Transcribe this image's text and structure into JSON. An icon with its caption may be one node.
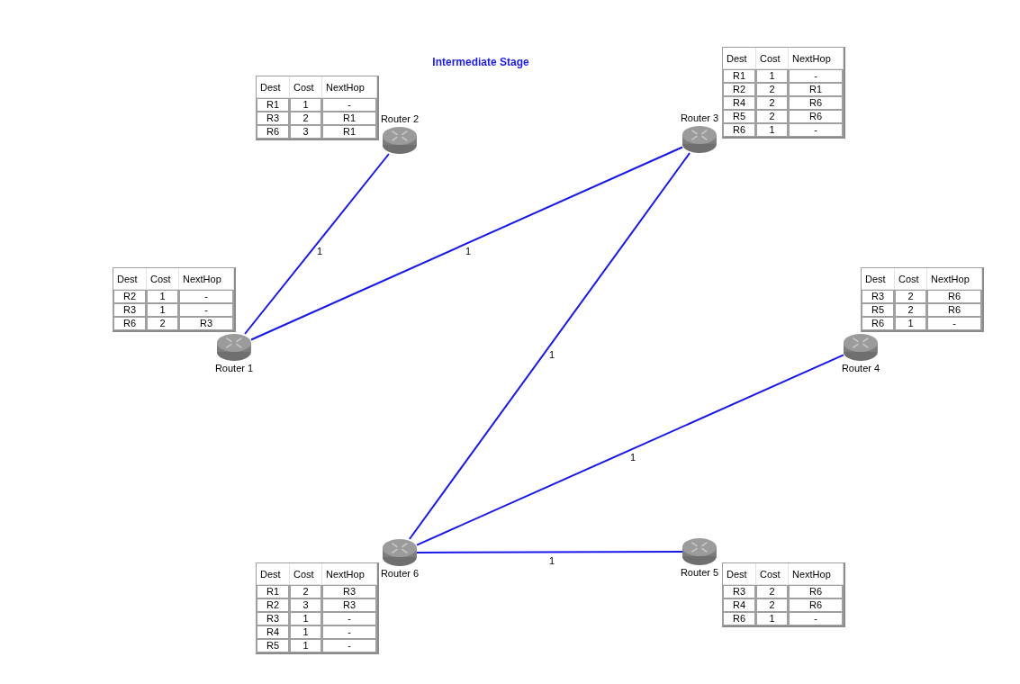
{
  "diagram": {
    "title": "Intermediate Stage",
    "nodes": [
      {
        "text": [
          "Router 2"
        ]
      },
      {
        "text": [
          "Router 3"
        ]
      },
      {
        "text": [
          "Router 1"
        ]
      },
      {
        "text": [
          "Router 4"
        ]
      },
      {
        "text": [
          "Router 6"
        ]
      },
      {
        "text": [
          "Router 5"
        ]
      }
    ],
    "edges": [
      {
        "from": 0,
        "to": 2,
        "arrow": "none",
        "label": "1"
      },
      {
        "from": 2,
        "to": 1,
        "arrow": "none",
        "label": "1"
      },
      {
        "from": 1,
        "to": 4,
        "arrow": "none",
        "label": "1"
      },
      {
        "from": 3,
        "to": 4,
        "arrow": "none",
        "label": "1"
      },
      {
        "from": 4,
        "to": 5,
        "arrow": "none",
        "label": "1"
      }
    ],
    "labels": [
      "Dest",
      "Cost",
      "NextHop",
      "R1",
      "1",
      "-",
      "R3",
      "2",
      "R1",
      "R6",
      "3",
      "R1",
      "Dest",
      "Cost",
      "NextHop",
      "R1",
      "1",
      "-",
      "R2",
      "2",
      "R1",
      "R4",
      "2",
      "R6",
      "R5",
      "2",
      "R6",
      "R6",
      "1",
      "-",
      "Dest",
      "Cost",
      "NextHop",
      "R2",
      "1",
      "-",
      "R3",
      "1",
      "-",
      "R6",
      "2",
      "R3",
      "Dest",
      "Cost",
      "NextHop",
      "R3",
      "2",
      "R6",
      "R5",
      "2",
      "R6",
      "R6",
      "1",
      "-",
      "Dest",
      "Cost",
      "NextHop",
      "R1",
      "2",
      "R3",
      "R2",
      "3",
      "R3",
      "R3",
      "1",
      "-",
      "R4",
      "1",
      "-",
      "R5",
      "1",
      "-",
      "Dest",
      "Cost",
      "NextHop",
      "R3",
      "2",
      "R6",
      "R4",
      "2",
      "R6",
      "R6",
      "1",
      "-"
    ]
  }
}
